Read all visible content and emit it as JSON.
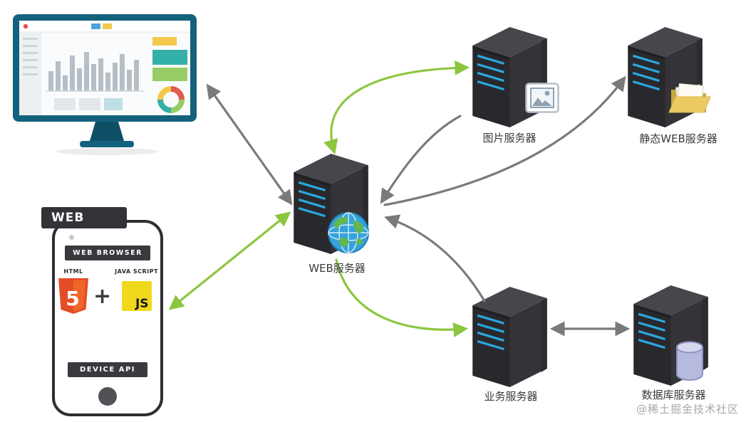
{
  "diagram": {
    "watermark": "@稀土掘金技术社区",
    "nodes": {
      "web_server": {
        "label": "WEB服务器"
      },
      "image_server": {
        "label": "图片服务器"
      },
      "static_web_server": {
        "label": "静态WEB服务器"
      },
      "business_server": {
        "label": "业务服务器"
      },
      "database_server": {
        "label": "数据库服务器"
      }
    },
    "phone": {
      "banner": "WEB",
      "browser_bar": "WEB BROWSER",
      "html_caption": "HTML",
      "html_logo_text": "5",
      "plus": "+",
      "js_caption": "JAVA SCRIPT",
      "js_logo_text": "JS",
      "device_bar": "DEVICE API"
    },
    "colors": {
      "arrow_gray": "#7a7a7a",
      "arrow_green": "#8cc63e",
      "server_stripe_blue": "#2aa8e0",
      "monitor_frame_teal": "#14617c",
      "html5_orange": "#e44d26",
      "js_yellow": "#f0d91d"
    }
  }
}
